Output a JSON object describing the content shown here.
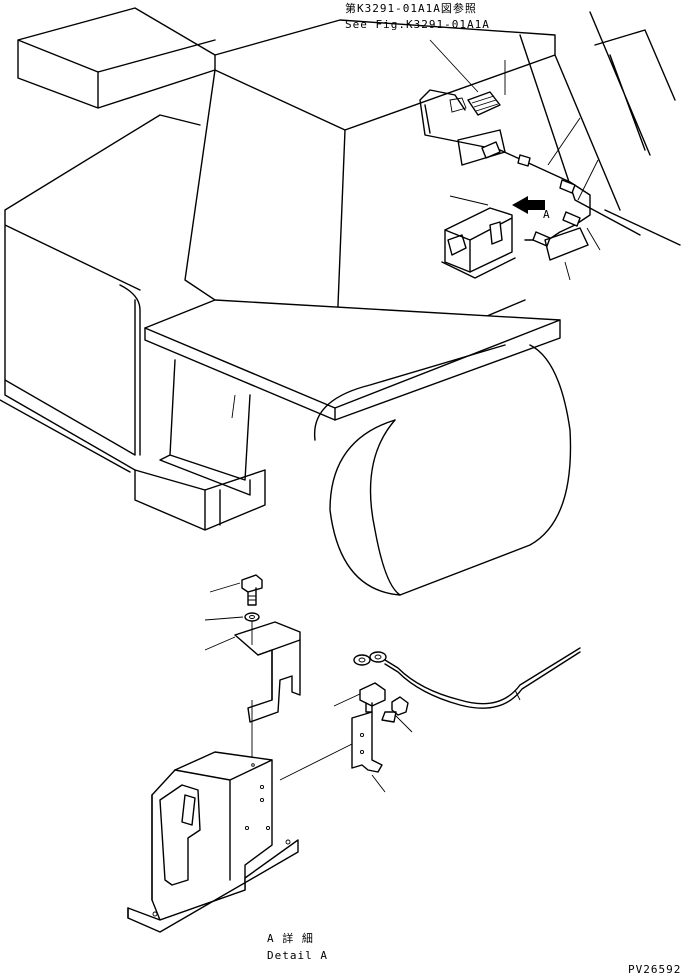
{
  "references": {
    "jp": "第K3291-01A1A図参照",
    "en": "See Fig.K3291-01A1A"
  },
  "view_marker": "A",
  "detail": {
    "jp": "A 詳 細",
    "en": "Detail A"
  },
  "drawing_number": "PV26592"
}
